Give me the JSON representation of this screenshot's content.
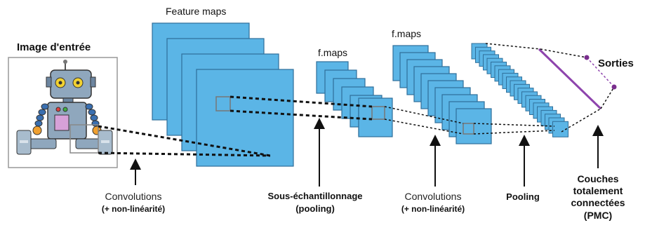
{
  "labels": {
    "input_image": "Image d'entrée",
    "feature_maps": "Feature maps",
    "fmaps_1": "f.maps",
    "fmaps_2": "f.maps",
    "outputs": "Sorties",
    "convolutions_1_line1": "Convolutions",
    "convolutions_1_line2": "(+ non-linéarité)",
    "subsampling_line1": "Sous-échantillonnage",
    "subsampling_line2": "(pooling)",
    "convolutions_2_line1": "Convolutions",
    "convolutions_2_line2": "(+ non-linéarité)",
    "pooling": "Pooling",
    "fc_line1": "Couches",
    "fc_line2": "totalement",
    "fc_line3": "connectées",
    "fc_line4": "(PMC)"
  },
  "colors": {
    "map_fill": "#5bb5e6",
    "map_stroke": "#2f6f9a",
    "output_line": "#8e44ad",
    "output_node": "#7a2e8e",
    "text": "#111111"
  },
  "icons": {
    "input_picture": "robot-icon"
  }
}
